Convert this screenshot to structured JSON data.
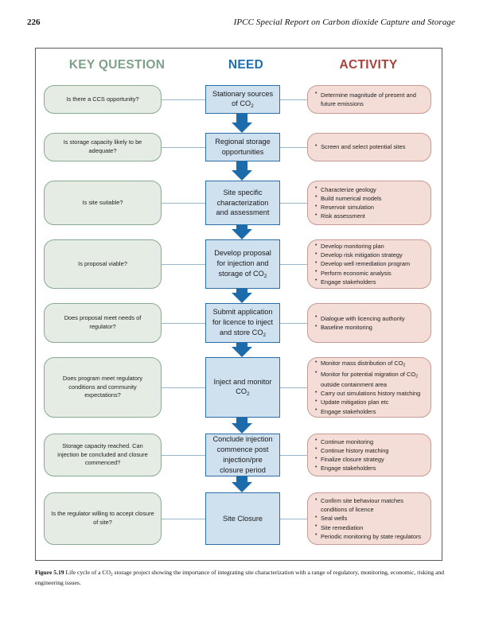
{
  "page": {
    "number": "226",
    "running_head": "IPCC Special Report on Carbon dioxide Capture and Storage"
  },
  "figure": {
    "headers": {
      "key_question": "KEY QUESTION",
      "need": "NEED",
      "activity": "ACTIVITY"
    },
    "colors": {
      "key_question": "#7fa08a",
      "need": "#1f6eb4",
      "activity": "#a9413a",
      "question_fill": "#e5ece3",
      "question_border": "#8ba893",
      "need_fill": "#cfe0ef",
      "need_border": "#2c6ea8",
      "activity_fill": "#f4ddd7",
      "activity_border": "#c59a92",
      "arrow": "#1c6cab",
      "connector": "#9db6c7"
    },
    "rows": [
      {
        "question": "Is there a CCS opportunity?",
        "need": "Stationary sources of CO₂",
        "activities": [
          "Determine magnitude of present and future emissions"
        ]
      },
      {
        "question": "Is storage capacity likely to be adequate?",
        "need": "Regional storage opportunities",
        "activities": [
          "Screen and select potential sites"
        ]
      },
      {
        "question": "Is site suitable?",
        "need": "Site specific characterization and assessment",
        "activities": [
          "Characterize geology",
          "Build numerical models",
          "Reservoir simulation",
          "Risk assessment"
        ]
      },
      {
        "question": "Is proposal viable?",
        "need": "Develop proposal for injection and storage of CO₂",
        "activities": [
          "Develop monitoring plan",
          "Develop risk mitigation strategy",
          "Develop well remediation program",
          "Perform economic analysis",
          "Engage stakeholders"
        ]
      },
      {
        "question": "Does proposal meet needs of regulator?",
        "need": "Submit application for licence to inject and store CO₂",
        "activities": [
          "Dialogue with licencing authority",
          "Baseline monitoring"
        ]
      },
      {
        "question": "Does program meet regulatory conditions and community expectations?",
        "need": "Inject and monitor CO₂",
        "activities": [
          "Monitor mass distribution of CO₂",
          "Monitor for potential migration of CO₂ outside containment area",
          "Carry out simulations history matching",
          "Update mitigation plan etc",
          "Engage stakeholders"
        ]
      },
      {
        "question": "Storage capacity reached. Can injection be concluded and closure commenced?",
        "need": "Conclude injection commence post injection/pre closure period",
        "activities": [
          "Continue monitoring",
          "Continue history matching",
          "Finalize closure strategy",
          "Engage stakeholders"
        ]
      },
      {
        "question": "Is the regulator willing to accept closure of site?",
        "need": "Site Closure",
        "activities": [
          "Confirm site behaviour matches conditions of licence",
          "Seal wells",
          "Site remediation",
          "Periodic monitoring by state regulators"
        ]
      }
    ]
  },
  "caption": {
    "label": "Figure 5.19",
    "text": "Life cycle of a CO₂ storage project showing the importance of integrating site characterization with a range of regulatory, monitoring, economic, risking and engineering issues."
  }
}
